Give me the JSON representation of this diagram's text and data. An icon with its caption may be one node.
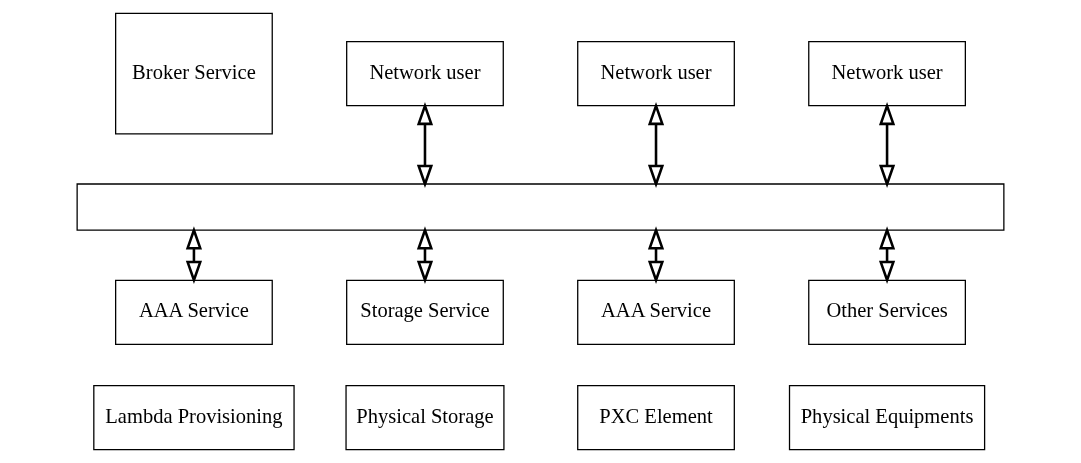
{
  "diagram": {
    "nodes": [
      {
        "text": [
          "Broker Service"
        ]
      },
      {
        "text": [
          "Network user"
        ]
      },
      {
        "text": [
          "Network user"
        ]
      },
      {
        "text": [
          "Network user"
        ]
      },
      {
        "text": [],
        "shape": "bar"
      },
      {
        "text": [
          "AAA Service"
        ]
      },
      {
        "text": [
          "Lambda Provisioning"
        ]
      },
      {
        "text": [
          "Storage Service"
        ]
      },
      {
        "text": [
          "Physical Storage"
        ]
      },
      {
        "text": [
          "AAA Service"
        ]
      },
      {
        "text": [
          "PXC Element"
        ]
      },
      {
        "text": [
          "Other Services"
        ]
      },
      {
        "text": [
          "Physical Equipments"
        ]
      }
    ],
    "edges": [
      {
        "from": 1,
        "to": 4,
        "arrow": "both"
      },
      {
        "from": 2,
        "to": 4,
        "arrow": "both"
      },
      {
        "from": 3,
        "to": 4,
        "arrow": "both"
      },
      {
        "from": 4,
        "to": 5,
        "arrow": "both"
      },
      {
        "from": 4,
        "to": 7,
        "arrow": "both"
      },
      {
        "from": 4,
        "to": 9,
        "arrow": "both"
      },
      {
        "from": 4,
        "to": 11,
        "arrow": "both"
      }
    ]
  }
}
